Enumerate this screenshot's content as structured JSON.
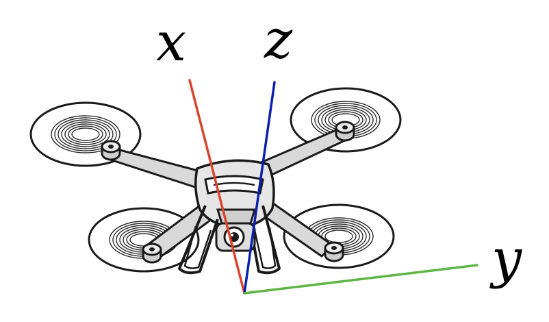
{
  "axes": [
    {
      "key": "x",
      "label": "x",
      "color": "#d9442b"
    },
    {
      "key": "z",
      "label": "z",
      "color": "#0b1fb0"
    },
    {
      "key": "y",
      "label": "y",
      "color": "#5cb545"
    }
  ],
  "drone": {
    "icon": "quadcopter-drone-icon",
    "stroke_color": "#1a1a1a",
    "body_color": "#d9d9d9",
    "body_light": "#eeeeee",
    "rotor_count": 4
  }
}
